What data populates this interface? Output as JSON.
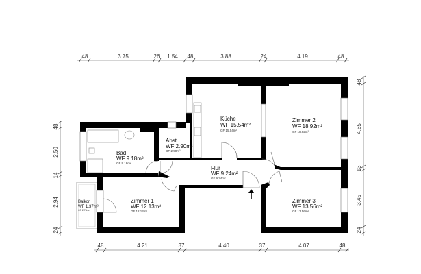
{
  "dimensions": {
    "top": [
      "48",
      "3.75",
      "26",
      "1.54",
      "48",
      "3.88",
      "24",
      "4.19",
      "48"
    ],
    "bottom": [
      "48",
      "4.21",
      "37",
      "4.40",
      "37",
      "4.07",
      "48"
    ],
    "left": [
      "48",
      "2.50",
      "14",
      "2.94",
      "24"
    ],
    "right": [
      "48",
      "4.65",
      "13",
      "3.45",
      "24"
    ]
  },
  "rooms": {
    "kueche": {
      "name": "Küche",
      "wf": "WF 15.54m²",
      "gf": "GF 15.54m²"
    },
    "zimmer2": {
      "name": "Zimmer 2",
      "wf": "WF 18.92m²",
      "gf": "GF 18.92m²"
    },
    "bad": {
      "name": "Bad",
      "wf": "WF 9.18m²",
      "gf": "GF 9.18m²"
    },
    "abst": {
      "name": "Abst.",
      "wf": "WF 2.90m²",
      "gf": "GF 2.90m²"
    },
    "flur": {
      "name": "Flur",
      "wf": "WF 9.24m²",
      "gf": "GF 9.24m²"
    },
    "zimmer1": {
      "name": "Zimmer 1",
      "wf": "WF 12.13m²",
      "gf": "GF 12.13m²"
    },
    "zimmer3": {
      "name": "Zimmer 3",
      "wf": "WF 13.56m²",
      "gf": "GF 13.56m²"
    },
    "balkon": {
      "name": "Balkon",
      "wf": "WF 1.37m²",
      "gf": "GF 2.74m²"
    }
  },
  "entrance_icon": "arrow-up-icon"
}
